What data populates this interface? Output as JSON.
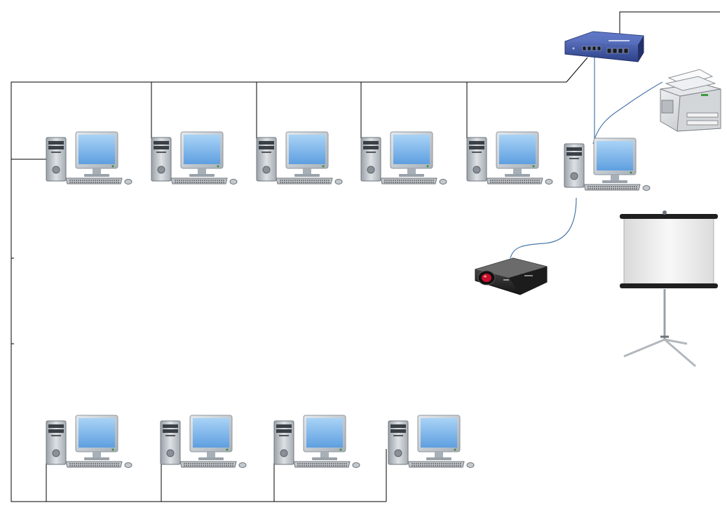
{
  "diagram": {
    "kind": "network-topology",
    "background": "#ffffff",
    "colors": {
      "wire": "#000000",
      "cable": "#4a78a8",
      "switch_body": "#3a4f9c",
      "switch_top": "#5b73c2",
      "monitor_screen": "#7fb8ec",
      "monitor_bezel": "#c6cdd4",
      "tower_body": "#c9ced3",
      "projector_body": "#2a2a2a",
      "projector_lens": "#c8102e",
      "screen_surface": "#f4f4f4"
    },
    "devices": [
      {
        "id": "switch",
        "icon": "network-switch-icon"
      },
      {
        "id": "printer",
        "icon": "laser-printer-icon"
      },
      {
        "id": "teacher-pc",
        "icon": "desktop-computer-icon"
      },
      {
        "id": "projector",
        "icon": "video-projector-icon"
      },
      {
        "id": "projection-screen",
        "icon": "tripod-projection-screen-icon"
      },
      {
        "id": "pc-row1-1",
        "icon": "desktop-computer-icon"
      },
      {
        "id": "pc-row1-2",
        "icon": "desktop-computer-icon"
      },
      {
        "id": "pc-row1-3",
        "icon": "desktop-computer-icon"
      },
      {
        "id": "pc-row1-4",
        "icon": "desktop-computer-icon"
      },
      {
        "id": "pc-row1-5",
        "icon": "desktop-computer-icon"
      },
      {
        "id": "pc-row2-1",
        "icon": "desktop-computer-icon"
      },
      {
        "id": "pc-row2-2",
        "icon": "desktop-computer-icon"
      },
      {
        "id": "pc-row2-3",
        "icon": "desktop-computer-icon"
      },
      {
        "id": "pc-row2-4",
        "icon": "desktop-computer-icon"
      }
    ],
    "connections": [
      {
        "from": "switch",
        "to": "pc-row1-1",
        "style": "wire"
      },
      {
        "from": "switch",
        "to": "pc-row1-2",
        "style": "wire"
      },
      {
        "from": "switch",
        "to": "pc-row1-3",
        "style": "wire"
      },
      {
        "from": "switch",
        "to": "pc-row1-4",
        "style": "wire"
      },
      {
        "from": "switch",
        "to": "pc-row1-5",
        "style": "wire"
      },
      {
        "from": "switch",
        "to": "pc-row2-1",
        "style": "wire"
      },
      {
        "from": "switch",
        "to": "pc-row2-2",
        "style": "wire"
      },
      {
        "from": "switch",
        "to": "pc-row2-3",
        "style": "wire"
      },
      {
        "from": "switch",
        "to": "pc-row2-4",
        "style": "wire"
      },
      {
        "from": "switch",
        "to": "teacher-pc",
        "style": "cable"
      },
      {
        "from": "teacher-pc",
        "to": "printer",
        "style": "cable"
      },
      {
        "from": "teacher-pc",
        "to": "projector",
        "style": "cable"
      }
    ]
  }
}
